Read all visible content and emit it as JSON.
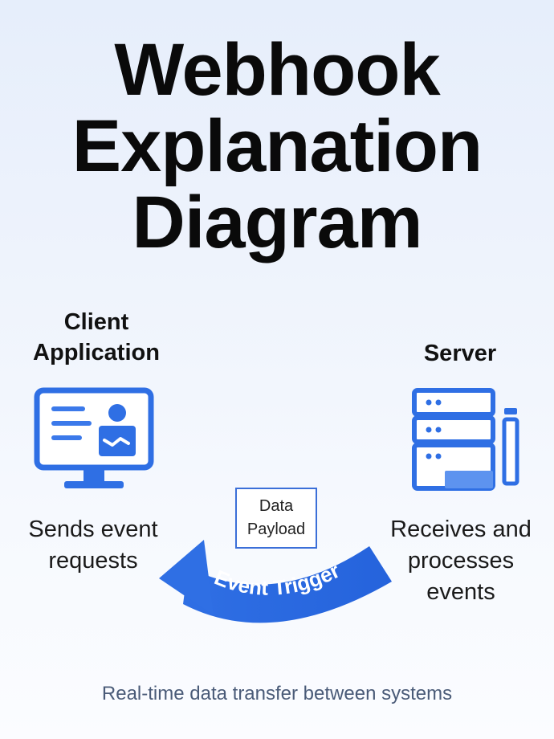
{
  "title": {
    "line1": "Webhook",
    "line2": "Explanation",
    "line3": "Diagram"
  },
  "client": {
    "label_line1": "Client",
    "label_line2": "Application",
    "desc_line1": "Sends event",
    "desc_line2": "requests",
    "icon": "monitor-user-icon"
  },
  "server": {
    "label": "Server",
    "desc_line1": "Receives and",
    "desc_line2": "processes",
    "desc_line3": "events",
    "icon": "server-rack-icon"
  },
  "payload": {
    "line1": "Data",
    "line2": "Payload"
  },
  "arrow": {
    "label": "Event Trigger",
    "direction": "server-to-client"
  },
  "footer": "Real-time data transfer between systems",
  "colors": {
    "accent": "#2f6fe4",
    "accent_light": "#5d93ef",
    "text": "#0d0d0d",
    "footer": "#4a5b78"
  }
}
